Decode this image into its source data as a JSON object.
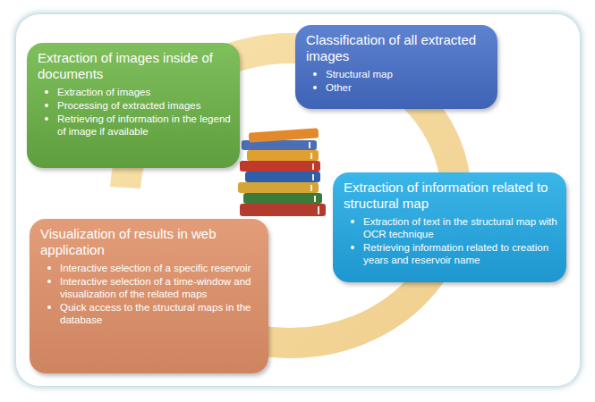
{
  "diagram": {
    "nodes": [
      {
        "text": [
          "Extraction of images inside of documents",
          "Extraction of images",
          "Processing of extracted images",
          "Retrieving of information in the legend of image if available"
        ]
      },
      {
        "text": [
          "Classification of all extracted images",
          "Structural map",
          "Other"
        ]
      },
      {
        "text": [
          "Extraction of information related to structural map",
          "Extraction of text in the structural map with OCR technique",
          "Retrieving information related to creation years and reservoir name"
        ]
      },
      {
        "text": [
          "Visualization of results in web application",
          "Interactive selection of a specific reservoir",
          "Interactive selection of a time-window and visualization of the related maps",
          "Quick access to the structural maps in the database"
        ]
      }
    ]
  }
}
